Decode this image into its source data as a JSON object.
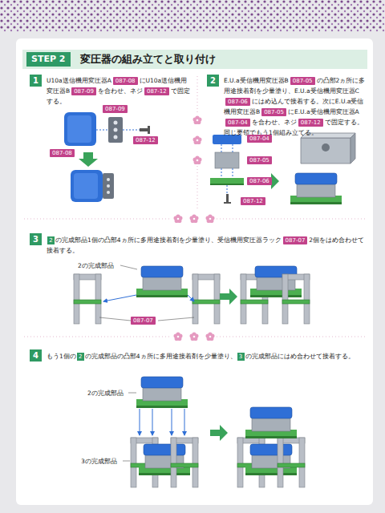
{
  "diagram": {
    "title": "変圧器の組み立てと取り付け",
    "labels": [
      "STEP 2",
      "1",
      "U10a送信機用変圧器A",
      "087-08",
      "にU10a送信機用変圧器B",
      "087-09",
      "を合わせ、ネジ",
      "087-12",
      "で固定する。",
      "087-09",
      "087-08",
      "087-12",
      "2",
      "E.U.a受信機用変圧器B",
      "087-05",
      "の凸部2ヵ所に多用途接着剤を少量塗り、E.U.a受信機用変圧器C",
      "087-06",
      "にはめ込んで接着する。次にE.U.a受信機用変圧器B",
      "087-05",
      "にE.U.a受信機用変圧器A",
      "087-04",
      "を合わせ、ネジ",
      "087-12",
      "で固定する。同じ要領でもう1個組み立てる。",
      "087-04",
      "087-05",
      "087-06",
      "087-12",
      "3",
      "2",
      "の完成部品1個の凸部4ヵ所に多用途接着剤を少量塗り、受信機用変圧器ラック",
      "087-07",
      "2個をはめ合わせて接着する。",
      "2の完成部品",
      "087-07",
      "4",
      "もう1個の",
      "2",
      "の完成部品の凸部4ヵ所に多用途接着剤を少量塗り、",
      "3",
      "の完成部品にはめ合わせて接着する。",
      "2の完成部品",
      "3の完成部品"
    ]
  }
}
